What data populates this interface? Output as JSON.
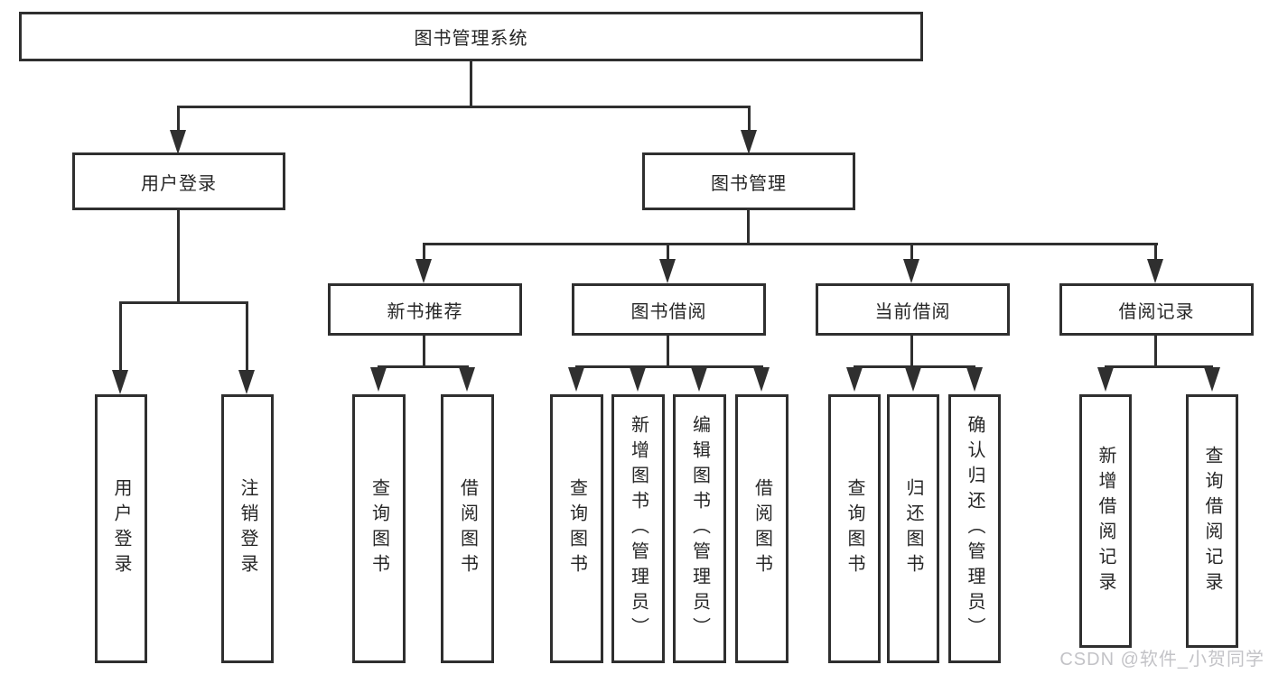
{
  "diagram_type": "hierarchy-flowchart",
  "tree": {
    "root": {
      "label": "图书管理系统",
      "children": [
        {
          "label": "用户登录",
          "children": [
            {
              "label": "用户登录"
            },
            {
              "label": "注销登录"
            }
          ]
        },
        {
          "label": "图书管理",
          "children": [
            {
              "label": "新书推荐",
              "children": [
                {
                  "label": "查询图书"
                },
                {
                  "label": "借阅图书"
                }
              ]
            },
            {
              "label": "图书借阅",
              "children": [
                {
                  "label": "查询图书"
                },
                {
                  "label": "新增图书（管理员）"
                },
                {
                  "label": "编辑图书（管理员）"
                },
                {
                  "label": "借阅图书"
                }
              ]
            },
            {
              "label": "当前借阅",
              "children": [
                {
                  "label": "查询图书"
                },
                {
                  "label": "归还图书"
                },
                {
                  "label": "确认归还（管理员）"
                }
              ]
            },
            {
              "label": "借阅记录",
              "children": [
                {
                  "label": "新增借阅记录"
                },
                {
                  "label": "查询借阅记录"
                }
              ]
            }
          ]
        }
      ]
    }
  },
  "watermark": {
    "text": "CSDN @软件_小贺同学"
  },
  "colors": {
    "line": "#2f2f2f",
    "box_border": "#2f2f2f",
    "text": "#262626",
    "watermark": "#c3c3c7",
    "background": "#ffffff"
  }
}
